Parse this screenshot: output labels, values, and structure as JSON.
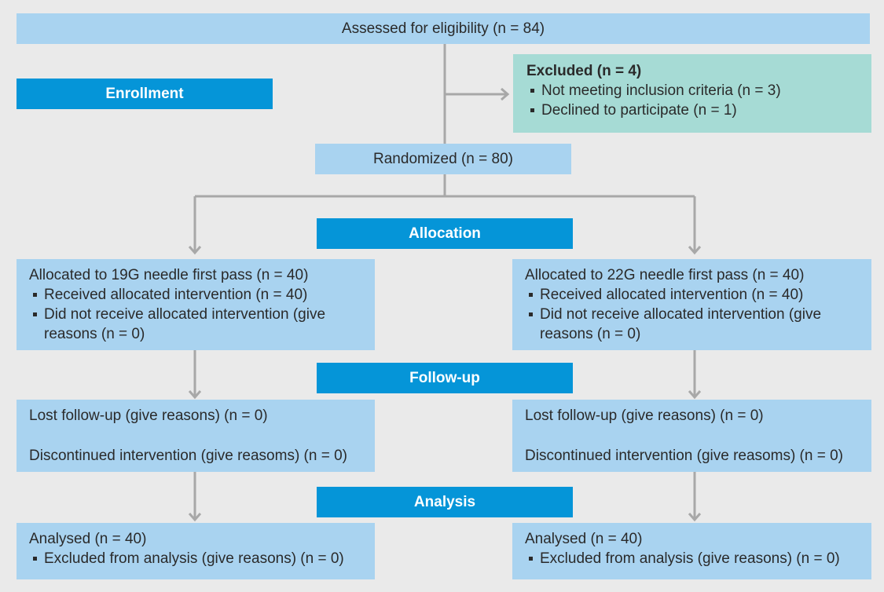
{
  "assessed": "Assessed for eligibility (n = 84)",
  "stages": {
    "enrollment": "Enrollment",
    "allocation": "Allocation",
    "followup": "Follow-up",
    "analysis": "Analysis"
  },
  "excluded": {
    "title": "Excluded (n = 4)",
    "items": [
      "Not meeting inclusion criteria (n = 3)",
      "Declined to participate (n = 1)"
    ]
  },
  "randomized": "Randomized (n = 80)",
  "arms": [
    {
      "allocated": "Allocated to 19G needle first pass (n = 40)",
      "items": [
        "Received allocated intervention (n = 40)",
        "Did not receive allocated intervention (give reasons (n = 0)"
      ],
      "lost": "Lost follow-up (give reasons) (n = 0)",
      "discontinued": "Discontinued intervention (give reasoms) (n = 0)",
      "analysed": "Analysed (n = 40)",
      "analysis_items": [
        "Excluded from analysis (give reasons) (n = 0)"
      ]
    },
    {
      "allocated": "Allocated to 22G needle first pass (n = 40)",
      "items": [
        "Received allocated intervention (n = 40)",
        "Did not receive allocated intervention (give reasons (n = 0)"
      ],
      "lost": "Lost follow-up (give reasons) (n = 0)",
      "discontinued": "Discontinued intervention (give reasoms) (n = 0)",
      "analysed": "Analysed (n = 40)",
      "analysis_items": [
        "Excluded from analysis (give reasons) (n = 0)"
      ]
    }
  ],
  "colors": {
    "box": "#a9d3f0",
    "stage": "#0595d8",
    "excluded": "#a6dbd5",
    "connector": "#a0a0a0"
  }
}
